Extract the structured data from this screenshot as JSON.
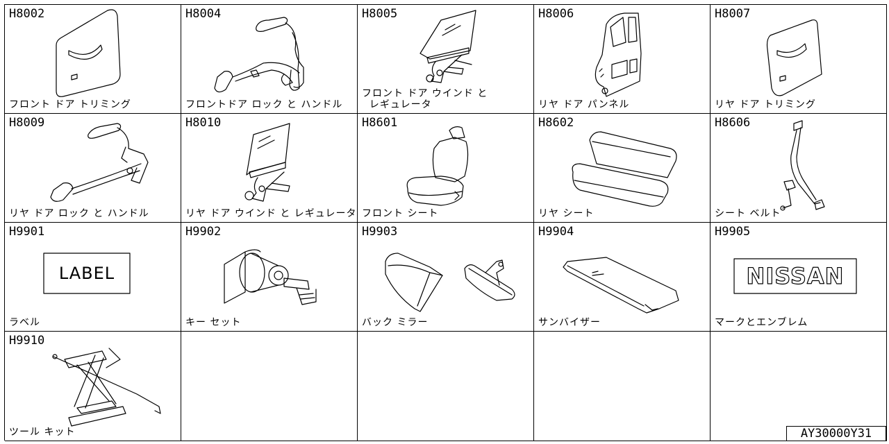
{
  "diagram_id": "AY30000Y31",
  "cells": [
    {
      "code": "H8002",
      "name": "フロント ドア トリミング",
      "icon": "door-trim-icon"
    },
    {
      "code": "H8004",
      "name": "フロントドア ロック と ハンドル",
      "icon": "door-lock-handle-icon"
    },
    {
      "code": "H8005",
      "name": "フロント ドア ウインド と\n  レギュレータ",
      "icon": "window-regulator-icon"
    },
    {
      "code": "H8006",
      "name": "リヤ ドア パンネル",
      "icon": "door-panel-icon"
    },
    {
      "code": "H8007",
      "name": "リヤ ドア トリミング",
      "icon": "door-trim-icon"
    },
    {
      "code": "H8009",
      "name": "リヤ ドア ロック と ハンドル",
      "icon": "door-lock-handle-icon"
    },
    {
      "code": "H8010",
      "name": "リヤ ドア ウインド と レギュレータ",
      "icon": "window-regulator-icon"
    },
    {
      "code": "H8601",
      "name": "フロント シート",
      "icon": "front-seat-icon"
    },
    {
      "code": "H8602",
      "name": "リヤ シート",
      "icon": "rear-seat-icon"
    },
    {
      "code": "H8606",
      "name": "シート ベルト",
      "icon": "seat-belt-icon"
    },
    {
      "code": "H9901",
      "name": "ラベル",
      "icon": "label-icon",
      "label_text": "LABEL"
    },
    {
      "code": "H9902",
      "name": "キー セット",
      "icon": "key-set-icon"
    },
    {
      "code": "H9903",
      "name": "バック ミラー",
      "icon": "mirror-icon"
    },
    {
      "code": "H9904",
      "name": "サンバイザー",
      "icon": "sun-visor-icon"
    },
    {
      "code": "H9905",
      "name": "マークとエンブレム",
      "icon": "emblem-icon",
      "emblem_text": "NISSAN"
    },
    {
      "code": "H9910",
      "name": "ツール キット",
      "icon": "jack-icon"
    }
  ]
}
